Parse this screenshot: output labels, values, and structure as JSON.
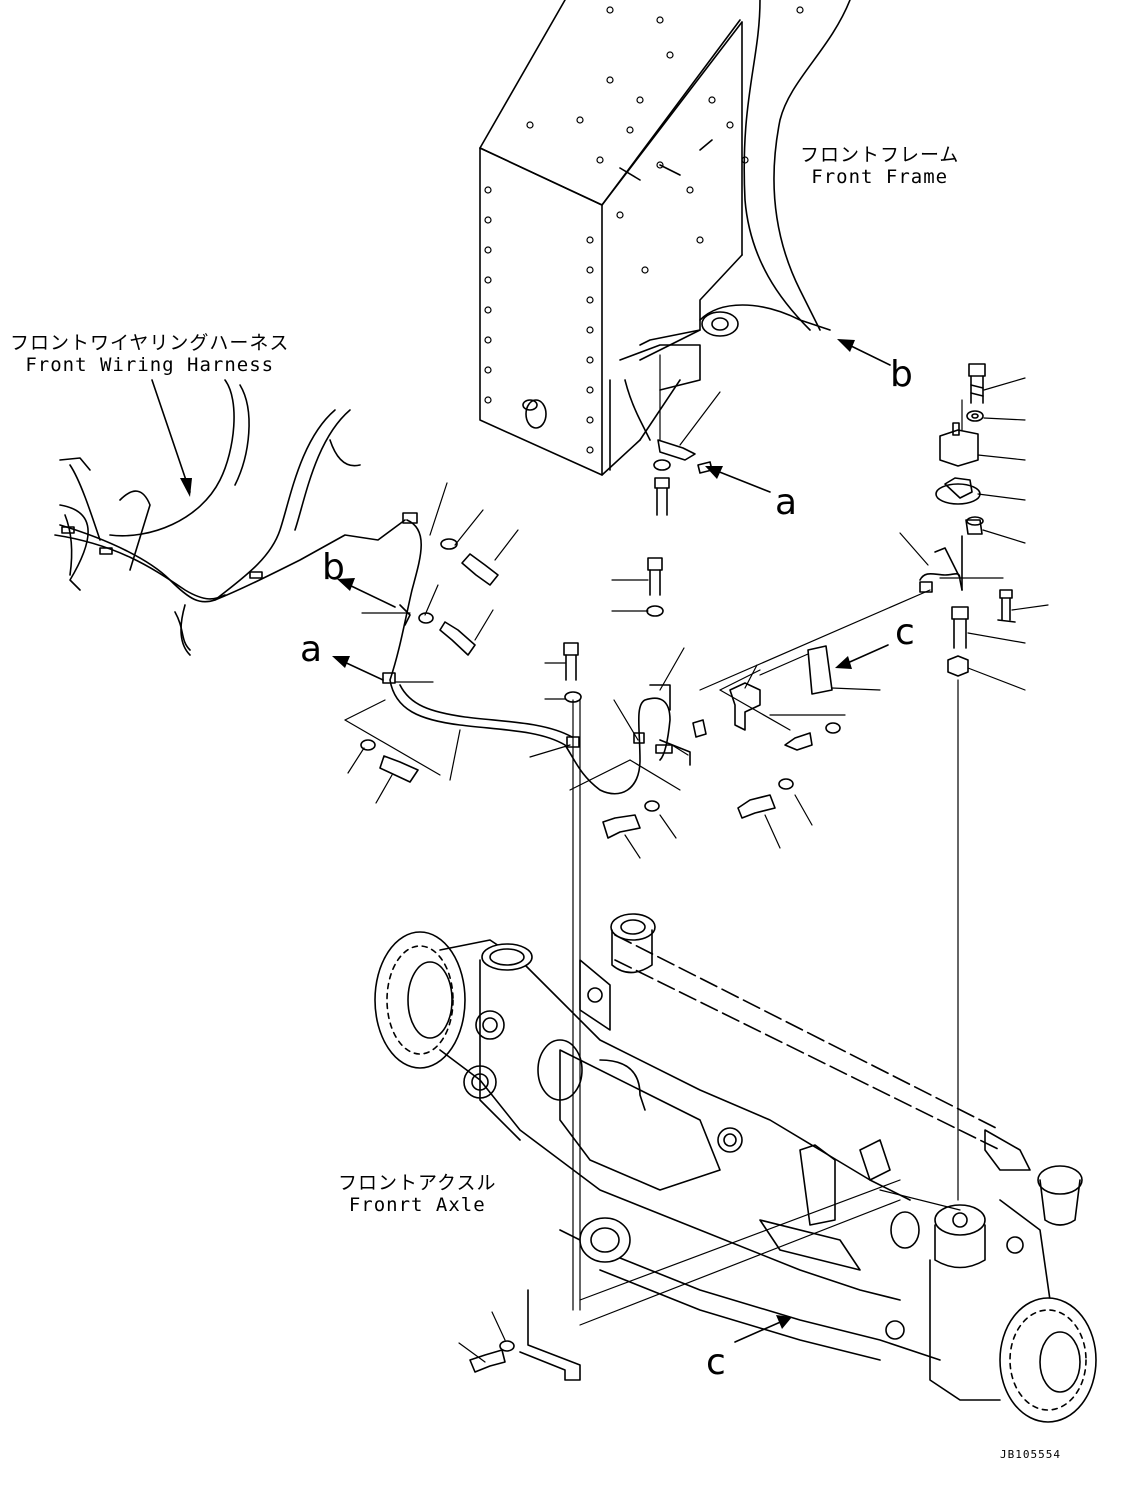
{
  "labels": {
    "front_frame": {
      "jp": "フロントフレーム",
      "en": "Front Frame"
    },
    "front_wiring_harness": {
      "jp": "フロントワイヤリングハーネス",
      "en": "Front Wiring Harness"
    },
    "front_axle": {
      "jp": "フロントアクスル",
      "en": "Fronrt Axle"
    }
  },
  "view_letters": {
    "a": "a",
    "b": "b",
    "c": "c"
  },
  "drawing_code": "JB105554"
}
